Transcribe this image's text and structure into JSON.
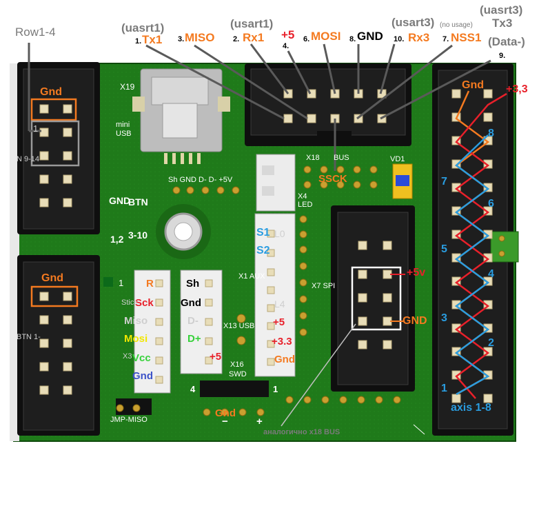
{
  "labels": {
    "row14": "Row1-4",
    "tx1_top": "(uasrt1)",
    "tx1_num": "1.",
    "tx1": "Tx1",
    "miso_num": "3.",
    "miso": "MISO",
    "rx1_top": "(usart1)",
    "rx1_num": "2.",
    "rx1": "Rx1",
    "p5_plus": "+5",
    "p4_num": "4.",
    "mosi_num": "6.",
    "mosi": "MOSI",
    "gnd_num": "8.",
    "gnd": "GND",
    "rx3_top": "(usart3)",
    "rx3_num": "10.",
    "rx3": "Rx3",
    "nss_usage": "(no usage)",
    "nss_num": "7.",
    "nss": "NSS1",
    "tx3_top": "(uasrt3)",
    "tx3": "Tx3",
    "data_minus": "(Data-)",
    "p9_num": "9.",
    "sck": "SSCK",
    "left_gnd_top": "Gnd",
    "left_gnd_mid": "Gnd",
    "right_gnd": "Gnd",
    "right_33": "+3,3",
    "axis": "axis 1-8",
    "spi_5v": "+5v",
    "spi_gnd": "GND",
    "x1_s1": "S1",
    "x1_s2": "S2",
    "x1_p5": "+5",
    "x1_p33": "+3.3",
    "x1_gnd": "Gnd",
    "x3_r": "R",
    "x3_sck": "Sck",
    "x3_miso": "Miso",
    "x3_mosi": "Mosi",
    "x3_vcc": "Vcc",
    "x3_gnd": "Gnd",
    "x13_sh": "Sh",
    "x13_gnd": "Gnd",
    "x13_dm": "D-",
    "x13_dp": "D+",
    "x13_p5": "+5",
    "x16_gnd": "Gnd",
    "x16_minus": "−",
    "x16_plus": "+",
    "footnote": "аналогично x18 BUS",
    "right_nums": [
      "8",
      "7",
      "6",
      "5",
      "4",
      "3",
      "2",
      "1"
    ]
  },
  "silkscreen": {
    "x19": "X19",
    "mini_usb": "mini",
    "mini_usb2": "USB",
    "x18": "X18",
    "bus": "BUS",
    "vd1": "VD1",
    "x4": "X4",
    "led": "LED",
    "usb_pins": "Sh GND D- D- +5V",
    "gnd_btn": "GND",
    "btn": "BTN",
    "n12": "1,2",
    "n310": "3-10",
    "x1aux": "X1 AUX",
    "x7spi": "X7 SPI",
    "x13usb": "X13 USB",
    "x16": "X16",
    "swd": "SWD",
    "swd4": "4",
    "swd1": "1",
    "jmp": "JMP-MISO",
    "l0": "L0",
    "l4": "L4",
    "left_side1": "N 9-14",
    "left_side2": "BTN 1-",
    "one": "1",
    "stick": "Stick",
    "x3": "X3"
  },
  "colors": {
    "pcb": "#1f7a1a",
    "pcb_dark": "#155a12",
    "header": "#1e1e1e",
    "pin": "#e6dcc0",
    "orange": "#f47a20",
    "red": "#e8202a",
    "blue": "#2a9de0"
  }
}
